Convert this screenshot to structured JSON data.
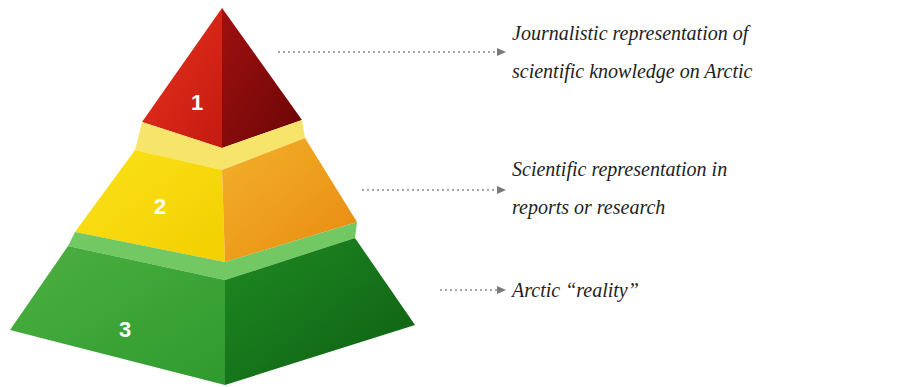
{
  "diagram": {
    "nodes": [
      {
        "text": [
          "1"
        ]
      },
      {
        "text": [
          "2"
        ]
      },
      {
        "text": [
          "3"
        ]
      }
    ],
    "labels": [
      "Journalistic representation of scientific knowledge on Arctic",
      "Scientific representation in reports or research",
      "Arctic “reality”"
    ]
  }
}
